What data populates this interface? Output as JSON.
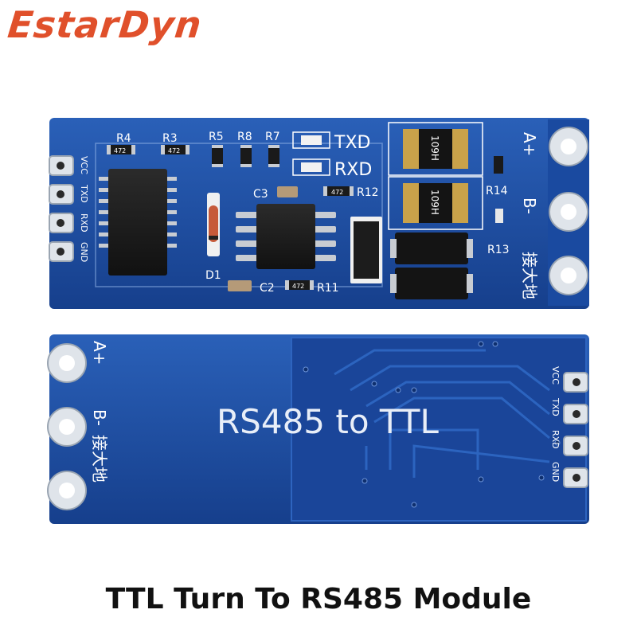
{
  "brand": {
    "logo_text": "EstarDyn"
  },
  "caption": "TTL Turn To RS485 Module",
  "colors": {
    "pcb": "#1d4fa6",
    "pcb_dark": "#0f3580",
    "brand": "#e0502b",
    "chip": "#1a1a1a",
    "silkscreen": "#ffffff",
    "gold": "#c9a24a"
  },
  "top_board": {
    "pin_labels": [
      "VCC",
      "TXD",
      "RXD",
      "GND"
    ],
    "component_labels": {
      "r4": "R4",
      "r3": "R3",
      "r5": "R5",
      "r8": "R8",
      "r7": "R7",
      "r12": "R12",
      "r14": "R14",
      "r13": "R13",
      "r11": "R11",
      "c3": "C3",
      "c2": "C2",
      "d1": "D1"
    },
    "led_labels": {
      "txd": "TXD",
      "rxd": "RXD"
    },
    "resistor_codes": {
      "r4": "472",
      "r3": "472",
      "r12": "472",
      "r11": "472"
    },
    "fuse_code": "109H",
    "terminal_labels": {
      "a_plus": "A+",
      "b_minus": "B-",
      "ground": "接大地"
    }
  },
  "bottom_board": {
    "title": "RS485 to TTL",
    "terminal_labels": {
      "a_plus": "A+",
      "b_minus": "B-",
      "ground": "接大地"
    },
    "pin_labels": [
      "VCC",
      "TXD",
      "RXD",
      "GND"
    ]
  }
}
